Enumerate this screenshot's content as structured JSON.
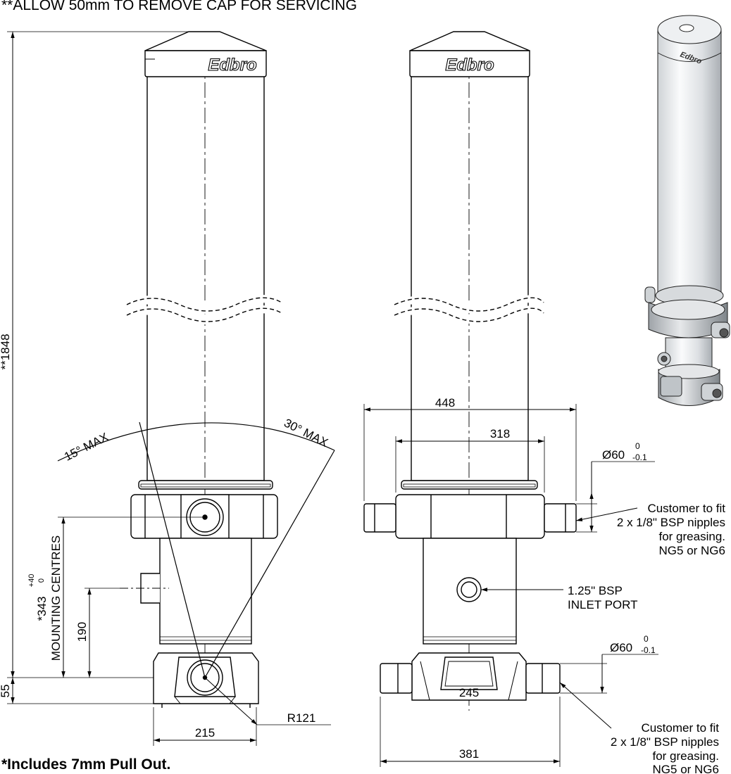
{
  "header_note": "**ALLOW 50mm TO REMOVE CAP FOR SERVICING",
  "footer_note": "*Includes 7mm Pull Out.",
  "brand": "Edbro",
  "left_view": {
    "overall_height": "**1848",
    "angle_left": "15° MAX",
    "angle_right": "30° MAX",
    "mounting_centres_value": "*343",
    "tolerance_plus": "+40",
    "tolerance_zero": "0",
    "mounting_centres_label": "MOUNTING CENTRES",
    "dim_190": "190",
    "dim_55": "55",
    "dim_215": "215",
    "radius": "R121"
  },
  "right_view": {
    "dim_448": "448",
    "dim_318": "318",
    "dim_245": "245",
    "dim_381": "381",
    "dia_top": "Ø60",
    "dia_top_tol_upper": "0",
    "dia_top_tol_lower": "-0.1",
    "dia_bottom": "Ø60",
    "dia_bottom_tol_upper": "0",
    "dia_bottom_tol_lower": "-0.1",
    "note_top": [
      "Customer to fit",
      "2 x 1/8\" BSP nipples",
      "for greasing.",
      "NG5 or NG6"
    ],
    "inlet_port": [
      "1.25\" BSP",
      "INLET PORT"
    ],
    "note_bottom": [
      "Customer to fit",
      "2 x 1/8\" BSP nipples",
      "for greasing.",
      "NG5 or NG6"
    ]
  }
}
